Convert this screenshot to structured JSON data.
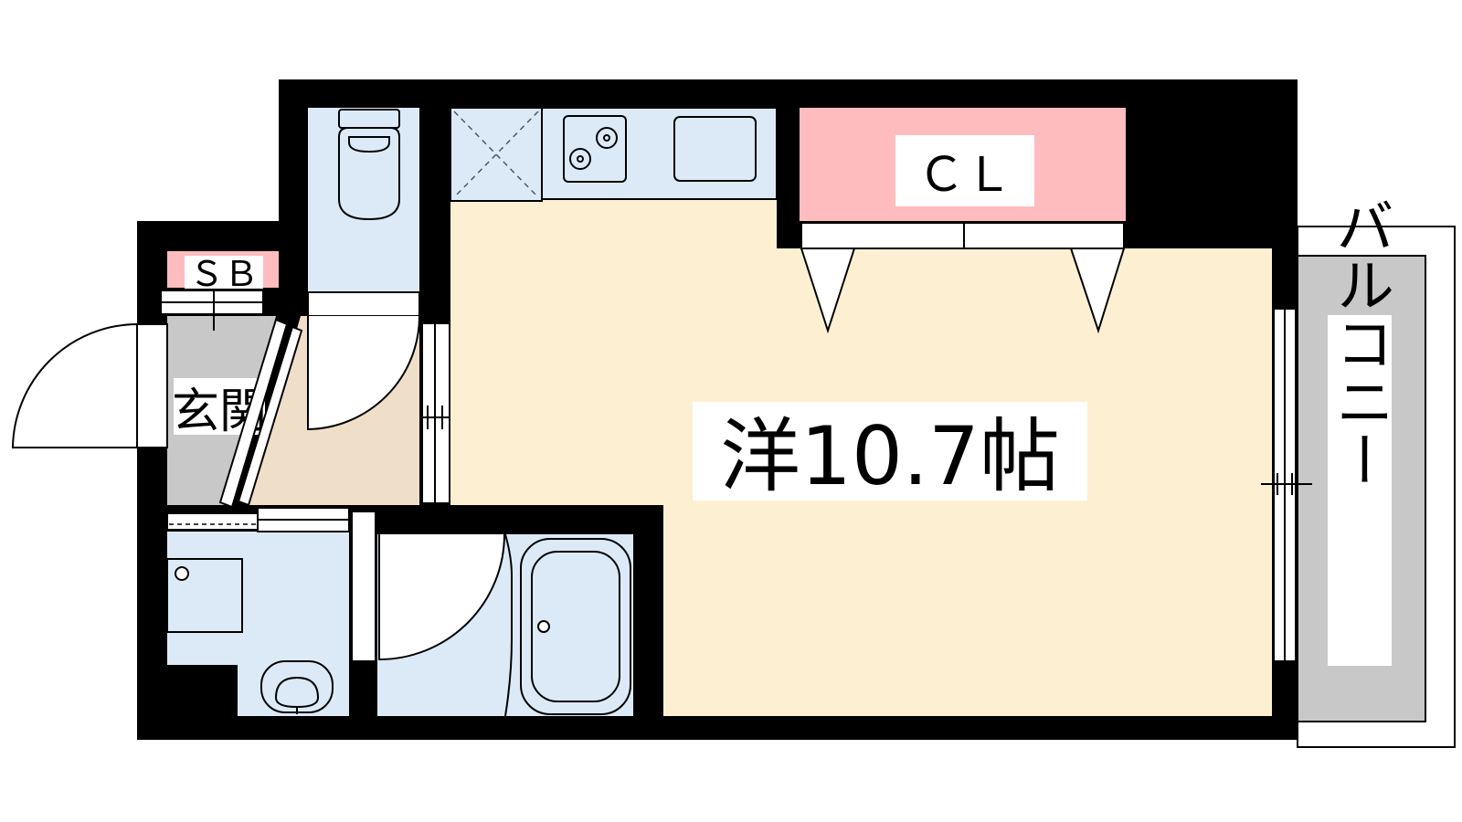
{
  "rooms": {
    "main_room": "洋10.7帖",
    "closet": "ＣＬ",
    "shoe_box": "ＳＢ",
    "entrance": "玄関",
    "balcony": "バルコニー"
  },
  "colors": {
    "wall": "#000000",
    "main_floor": "#fdf0d2",
    "wet_area": "#dceaf8",
    "closet": "#ffbcbe",
    "entrance_floor": "#c8c8c8",
    "hall_floor": "#f0dfc8",
    "balcony_floor": "#c8c8c8"
  },
  "icons": [
    "toilet-icon",
    "stove-icon",
    "sink-icon",
    "bathtub-icon",
    "washbasin-icon",
    "fridge-space-icon"
  ]
}
